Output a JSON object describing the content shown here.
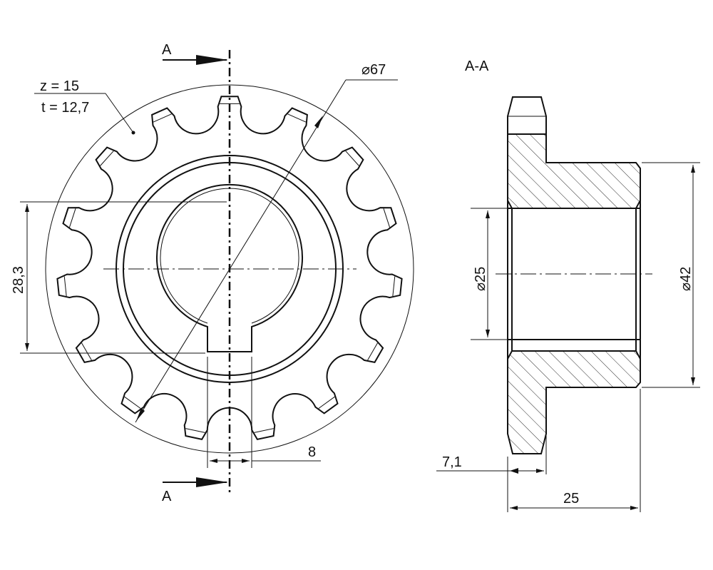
{
  "front_view": {
    "tooth_count": "z = 15",
    "pitch": "t = 12,7",
    "outer_diameter_label": "⌀67",
    "keyway_depth_label": "28,3",
    "keyway_width_label": "8"
  },
  "section": {
    "cut_marker_top": "A",
    "cut_marker_bottom": "A",
    "title": "A-A",
    "bore_label": "⌀25",
    "hub_label": "⌀42",
    "flange_label": "7,1",
    "length_label": "25"
  }
}
